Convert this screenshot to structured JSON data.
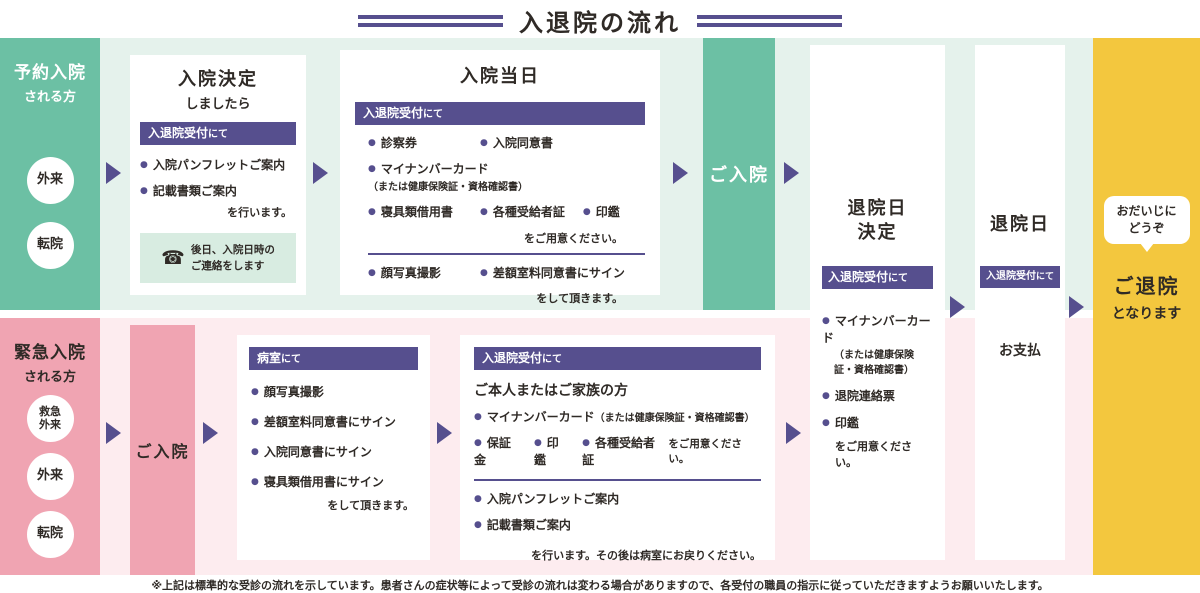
{
  "title": "入退院の流れ",
  "colors": {
    "purple": "#564f8e",
    "teal": "#6cc0a4",
    "mint_bg": "#e5f2ec",
    "pink": "#f0a4b2",
    "pink_bg": "#fdecef",
    "yellow": "#f3c73e"
  },
  "scheduled": {
    "entry": {
      "title": "予約入院",
      "subtitle": "される方",
      "circle1": "外来",
      "circle2": "転院"
    },
    "decision_card": {
      "title": "入院決定",
      "subtitle": "しましたら",
      "header_main": "入退院受付",
      "header_sub": "にて",
      "items": [
        "入院パンフレットご案内",
        "記載書類ご案内"
      ],
      "suffix": "を行います。",
      "phone_glyph": "☎",
      "note_line1": "後日、入院日時の",
      "note_line2": "ご連絡をします"
    },
    "day_card": {
      "title": "入院当日",
      "header_main": "入退院受付",
      "header_sub": "にて",
      "row1": [
        "診察券",
        "入院同意書"
      ],
      "row2_main": "マイナンバーカード",
      "row2_paren": "（または健康保険証・資格確認書）",
      "row3": [
        "寝具類借用書",
        "各種受給者証",
        "印鑑"
      ],
      "prepare_suffix": "をご用意ください。",
      "row4": [
        "顔写真撮影",
        "差額室料同意書にサイン"
      ],
      "sign_suffix": "をして頂きます。"
    },
    "admission_label": "ご入院"
  },
  "discharge_decision_card": {
    "title_line1": "退院日",
    "title_line2": "決定",
    "header_main": "入退院受付",
    "header_sub": "にて",
    "item1_main": "マイナンバーカード",
    "item1_paren": "（または健康保険証・資格確認書）",
    "item2": "退院連絡票",
    "item3": "印鑑",
    "suffix": "をご用意ください。"
  },
  "discharge_day_card": {
    "title": "退院日",
    "header_main": "入退院受付",
    "header_sub": "にて",
    "payment": "お支払"
  },
  "exit_panel": {
    "bubble_line1": "おだいじに",
    "bubble_line2": "どうぞ",
    "title": "ご退院",
    "subtitle": "となります"
  },
  "emergency": {
    "entry": {
      "title": "緊急入院",
      "subtitle": "される方",
      "circle1_line1": "救急",
      "circle1_line2": "外来",
      "circle2": "外来",
      "circle3": "転院"
    },
    "admission_label": "ご入院",
    "ward_card": {
      "header_main": "病室",
      "header_sub": "にて",
      "items": [
        "顔写真撮影",
        "差額室料同意書にサイン",
        "入院同意書にサイン",
        "寝具類借用書にサイン"
      ],
      "suffix": "をして頂きます。"
    },
    "reception_card": {
      "header_main": "入退院受付",
      "header_sub": "にて",
      "subtitle": "ご本人またはご家族の方",
      "item1_main": "マイナンバーカード",
      "item1_paren": "（または健康保険証・資格確認書）",
      "row2": [
        "保証金",
        "印鑑",
        "各種受給者証"
      ],
      "row2_suffix": "をご用意ください。",
      "items2": [
        "入院パンフレットご案内",
        "記載書類ご案内"
      ],
      "footer": "を行います。その後は病室にお戻りください。"
    }
  },
  "footnote": "※上記は標準的な受診の流れを示しています。患者さんの症状等によって受診の流れは変わる場合がありますので、各受付の職員の指示に従っていただきますようお願いいたします。"
}
